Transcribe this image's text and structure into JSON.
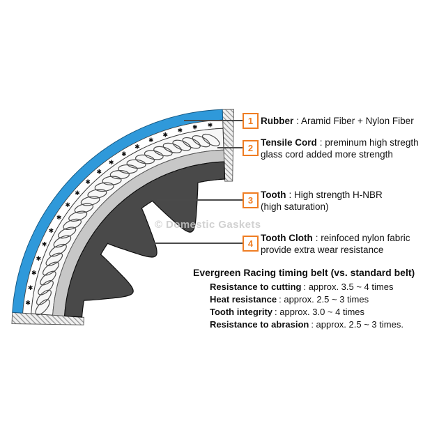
{
  "colors": {
    "accent": "#ef7d23",
    "belt_blue": "#2f99da",
    "leader_line": "#4a4a4a"
  },
  "watermark": "© Domestic Gaskets",
  "belt": {
    "star_glyph": "✱"
  },
  "callouts": [
    {
      "num": "1",
      "title": "Rubber",
      "line1": ": Aramid Fiber + Nylon Fiber",
      "line2": ""
    },
    {
      "num": "2",
      "title": "Tensile Cord",
      "line1": ": preminum high stregth",
      "line2": "glass cord added more strength"
    },
    {
      "num": "3",
      "title": "Tooth",
      "line1": ": High strength H-NBR",
      "line2": "(high saturation)"
    },
    {
      "num": "4",
      "title": "Tooth Cloth",
      "line1": ": reinfoced nylon fabric",
      "line2": "provide extra wear resistance"
    }
  ],
  "comparison": {
    "title": "Evergreen Racing timing belt (vs. standard belt)",
    "items": [
      {
        "label": "Resistance to cutting",
        "value": ": approx. 3.5 ~ 4 times"
      },
      {
        "label": "Heat resistance",
        "value": ": approx. 2.5 ~ 3 times"
      },
      {
        "label": "Tooth integrity",
        "value": ": approx. 3.0 ~ 4 times"
      },
      {
        "label": "Resistance to abrasion",
        "value": ": approx. 2.5 ~ 3 times."
      }
    ]
  }
}
